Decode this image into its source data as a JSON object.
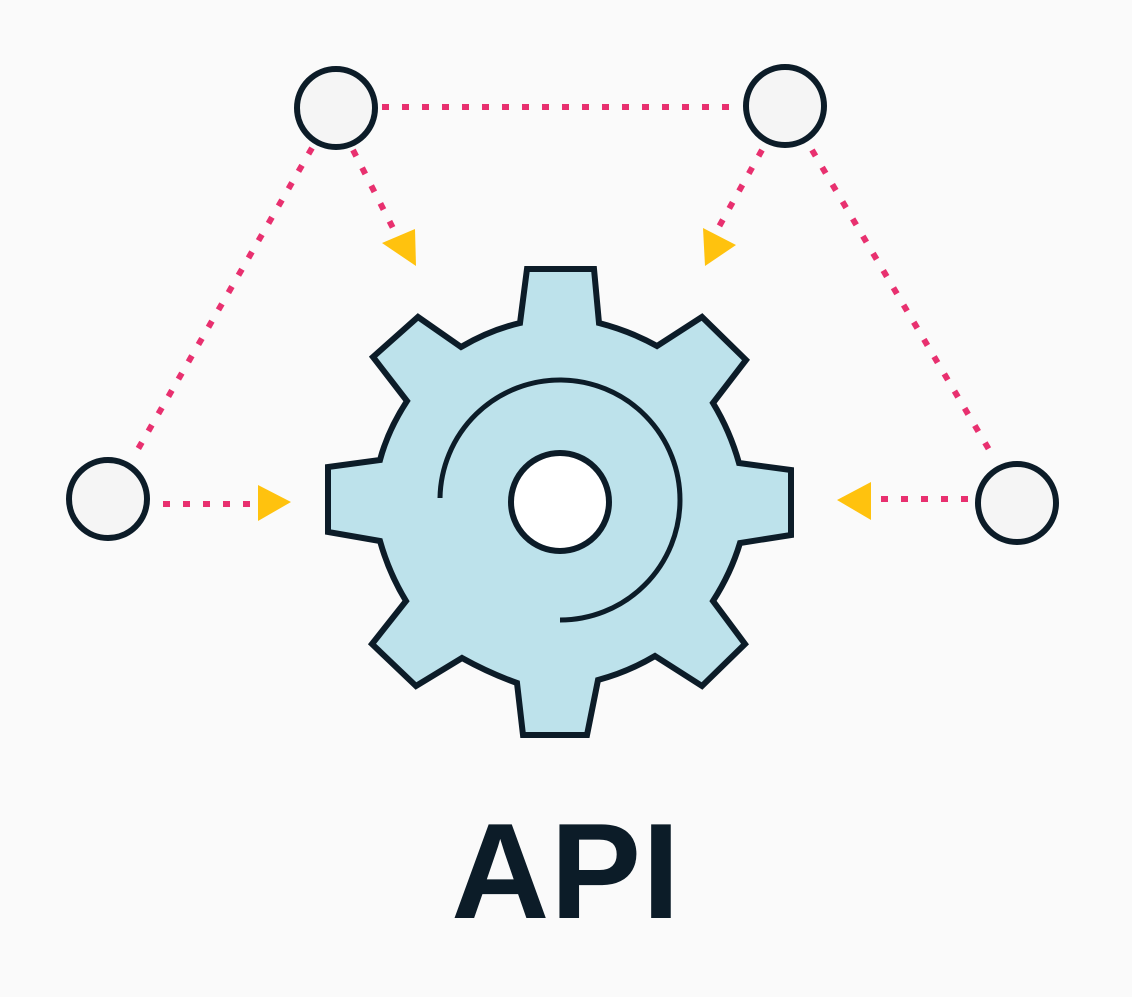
{
  "title": "API",
  "icons": {
    "gear": "gear-icon",
    "node": "circle-node",
    "arrow": "triangle-arrowhead"
  },
  "colors": {
    "background": "#fafafa",
    "gear_fill": "#bde2eb",
    "outline": "#0c1c28",
    "node_fill": "#f5f5f5",
    "connector": "#e8306f",
    "arrowhead": "#ffc20e",
    "label": "#0c1c28"
  }
}
